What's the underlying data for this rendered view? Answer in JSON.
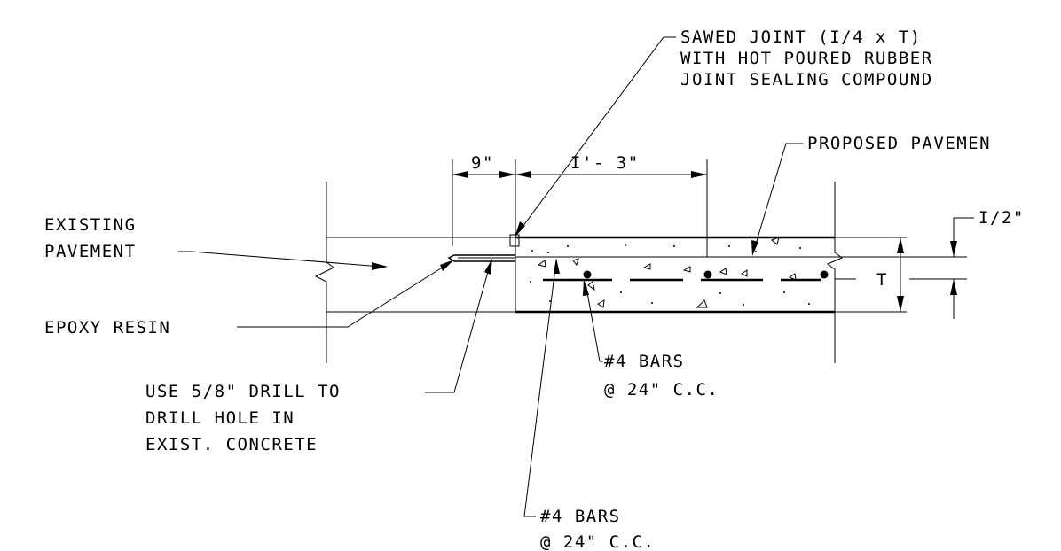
{
  "labels": {
    "sawed_joint_1": "SAWED JOINT (I/4 x T)",
    "sawed_joint_2": "WITH HOT POURED RUBBER",
    "sawed_joint_3": "JOINT SEALING COMPOUND",
    "proposed_pavement": "PROPOSED PAVEMEN",
    "existing_pavement_1": "EXISTING",
    "existing_pavement_2": "PAVEMENT",
    "epoxy_resin": "EPOXY RESIN",
    "drill_1": "USE 5/8\" DRILL TO",
    "drill_2": "DRILL HOLE IN",
    "drill_3": "EXIST. CONCRETE",
    "bars_right_1": "#4 BARS",
    "bars_right_2": "@ 24\" C.C.",
    "bars_bottom_1": "#4 BARS",
    "bars_bottom_2": "@ 24\" C.C."
  },
  "dimensions": {
    "dowel_embed": "9\"",
    "dowel_length": "I'- 3\"",
    "cover": "I/2\"",
    "thickness": "T"
  }
}
